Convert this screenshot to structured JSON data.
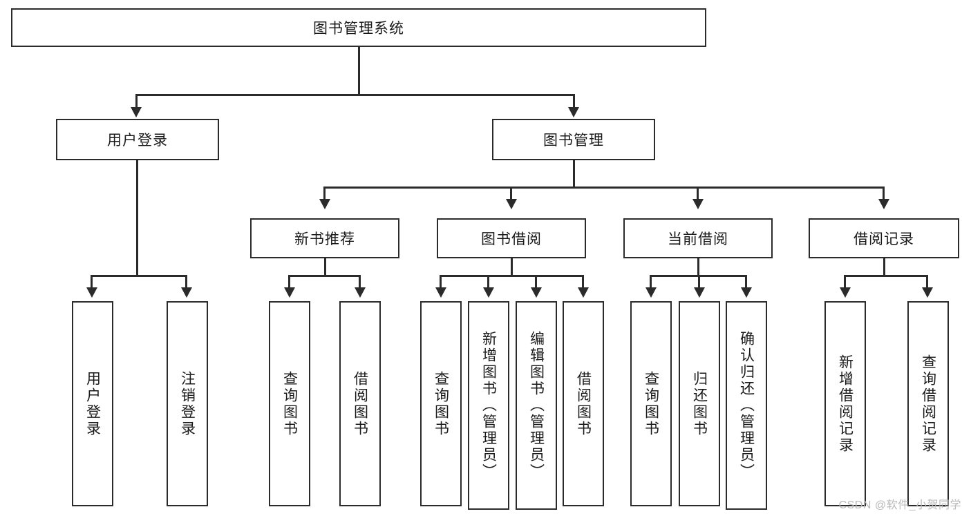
{
  "diagram": {
    "type": "tree-hierarchy-chart",
    "title_node": {
      "label": "图书管理系统"
    },
    "level2": [
      {
        "id": "user-login",
        "label": "用户登录"
      },
      {
        "id": "book-management",
        "label": "图书管理"
      }
    ],
    "level3": [
      {
        "id": "new-book-recommend",
        "label": "新书推荐"
      },
      {
        "id": "book-borrow",
        "label": "图书借阅"
      },
      {
        "id": "current-borrow",
        "label": "当前借阅"
      },
      {
        "id": "borrow-record",
        "label": "借阅记录"
      }
    ],
    "leaves": [
      {
        "id": "leaf-user-login",
        "label": "用户登录",
        "parent": "user-login"
      },
      {
        "id": "leaf-logout-login",
        "label": "注销登录",
        "parent": "user-login"
      },
      {
        "id": "leaf-query-book-1",
        "label": "查询图书",
        "parent": "new-book-recommend"
      },
      {
        "id": "leaf-borrow-book-1",
        "label": "借阅图书",
        "parent": "new-book-recommend"
      },
      {
        "id": "leaf-query-book-2",
        "label": "查询图书",
        "parent": "book-borrow"
      },
      {
        "id": "leaf-add-book",
        "label": "新增图书（管理员）",
        "parent": "book-borrow"
      },
      {
        "id": "leaf-edit-book",
        "label": "编辑图书（管理员）",
        "parent": "book-borrow"
      },
      {
        "id": "leaf-borrow-book-2",
        "label": "借阅图书",
        "parent": "book-borrow"
      },
      {
        "id": "leaf-query-book-3",
        "label": "查询图书",
        "parent": "current-borrow"
      },
      {
        "id": "leaf-return-book",
        "label": "归还图书",
        "parent": "current-borrow"
      },
      {
        "id": "leaf-confirm-return",
        "label": "确认归还（管理员）",
        "parent": "current-borrow"
      },
      {
        "id": "leaf-add-record",
        "label": "新增借阅记录",
        "parent": "borrow-record"
      },
      {
        "id": "leaf-query-record",
        "label": "查询借阅记录",
        "parent": "borrow-record"
      }
    ],
    "watermark": "CSDN @软件_小贺同学",
    "colors": {
      "stroke": "#2b2b2b",
      "background": "#ffffff",
      "text": "#1a1a1a",
      "watermark": "#b9b9b9"
    }
  }
}
